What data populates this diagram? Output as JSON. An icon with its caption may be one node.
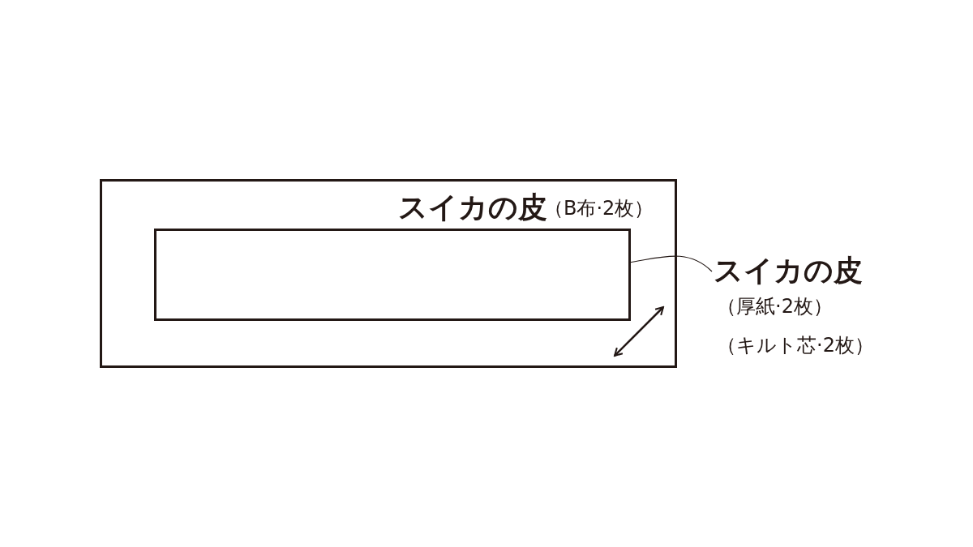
{
  "diagram": {
    "nodes": [
      {
        "text": [
          "スイカの皮",
          "（B布·2枚）"
        ]
      },
      {
        "text": [],
        "shape": "box",
        "in": 0
      },
      {
        "text": [
          "スイカの皮",
          "（厚紙·2枚）",
          "（キルト芯·2枚）"
        ]
      }
    ],
    "edges": [
      {
        "from": 2,
        "to": 1,
        "arrow": "none"
      }
    ]
  }
}
